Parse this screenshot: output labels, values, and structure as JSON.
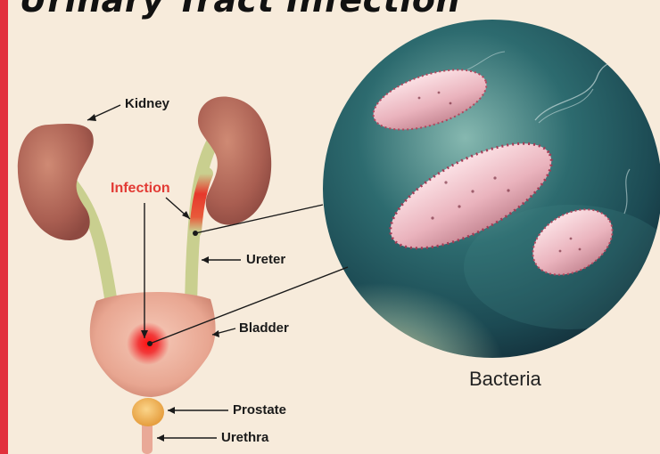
{
  "title": "Urinary Tract Infection",
  "labels": {
    "kidney": "Kidney",
    "infection": "Infection",
    "ureter": "Ureter",
    "bladder": "Bladder",
    "prostate": "Prostate",
    "urethra": "Urethra",
    "bacteria": "Bacteria"
  },
  "colors": {
    "background": "#f7ebdb",
    "accent": "#e2303c",
    "infection": "#e23a34",
    "kidney": "#b5695a",
    "ureter": "#c9cf8f",
    "bladder": "#e9a997",
    "prostate": "#f2b452",
    "bacteria": "#f1c6cd"
  },
  "icons": [
    "kidney-icon",
    "bladder-icon",
    "prostate-icon",
    "bacteria-icon"
  ]
}
